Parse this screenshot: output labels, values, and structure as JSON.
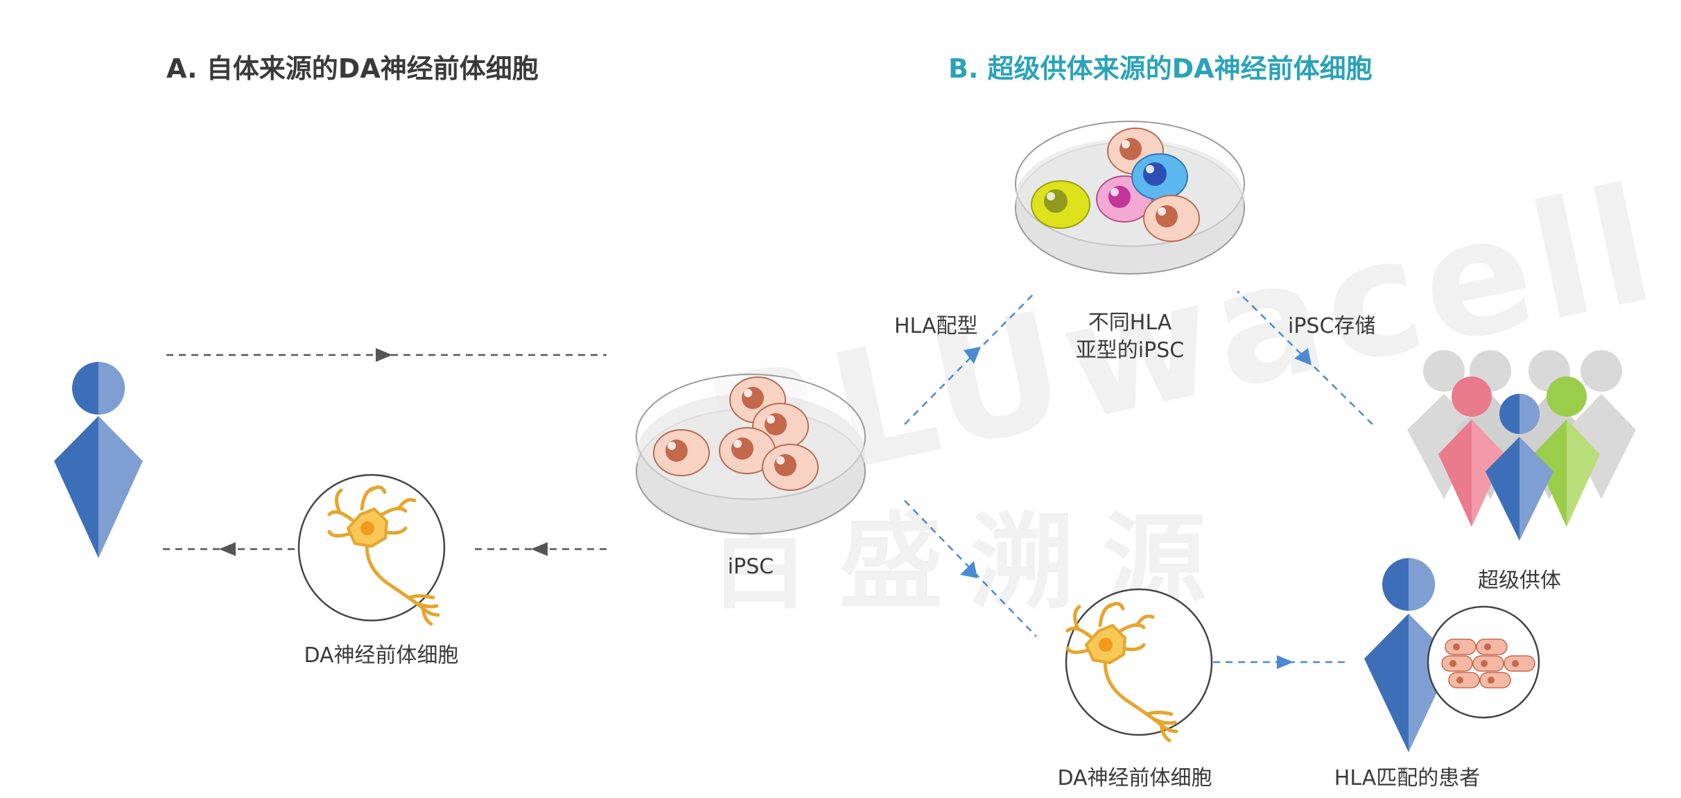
{
  "watermark": {
    "latin": "BLUwacell",
    "chinese": "百盛溯源"
  },
  "panel_a": {
    "title": "A. 自体来源的DA神经前体细胞",
    "title_color": "#3a3a3a",
    "neuron_label": "DA神经前体细胞"
  },
  "ipsc": {
    "label": "iPSC"
  },
  "panel_b": {
    "title": "B. 超级供体来源的DA神经前体细胞",
    "title_color": "#2aa3b8",
    "hla_typing_label": "HLA配型",
    "different_hla_line1": "不同HLA",
    "different_hla_line2": "亚型的iPSC",
    "ipsc_storage_label": "iPSC存储",
    "super_donor_label": "超级供体",
    "neuron_label": "DA神经前体细胞",
    "patient_label": "HLA匹配的患者"
  },
  "colors": {
    "person_blue_dark": "#3d6fb8",
    "person_blue_light": "#7f9fd3",
    "person_pink": "#ea7a8e",
    "person_green": "#9acd4a",
    "person_gray": "#d9d9d9",
    "dish_fill": "#e3e3e3",
    "cell_fill": "#f7cbb8",
    "cell_nucleus": "#c4684b",
    "neuron_yellow": "#f5bd45",
    "arrow_gray": "#555555",
    "arrow_blue": "#4b8ad2"
  }
}
